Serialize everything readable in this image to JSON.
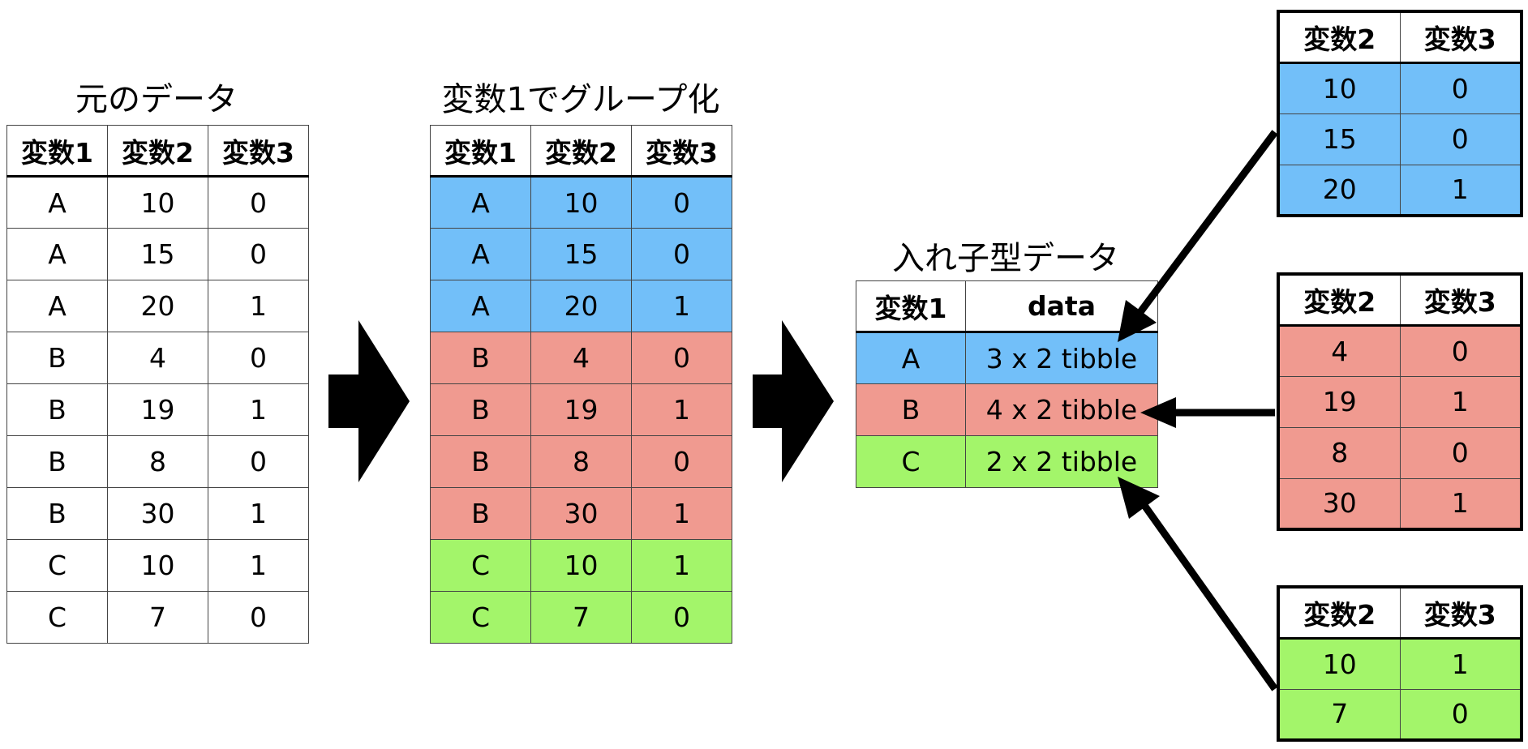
{
  "original": {
    "title": "元のデータ",
    "headers": [
      "変数1",
      "変数2",
      "変数3"
    ],
    "rows": [
      [
        "A",
        "10",
        "0"
      ],
      [
        "A",
        "15",
        "0"
      ],
      [
        "A",
        "20",
        "1"
      ],
      [
        "B",
        "4",
        "0"
      ],
      [
        "B",
        "19",
        "1"
      ],
      [
        "B",
        "8",
        "0"
      ],
      [
        "B",
        "30",
        "1"
      ],
      [
        "C",
        "10",
        "1"
      ],
      [
        "C",
        "7",
        "0"
      ]
    ]
  },
  "grouped": {
    "title": "変数1でグループ化",
    "headers": [
      "変数1",
      "変数2",
      "変数3"
    ],
    "rows": [
      [
        "A",
        "10",
        "0"
      ],
      [
        "A",
        "15",
        "0"
      ],
      [
        "A",
        "20",
        "1"
      ],
      [
        "B",
        "4",
        "0"
      ],
      [
        "B",
        "19",
        "1"
      ],
      [
        "B",
        "8",
        "0"
      ],
      [
        "B",
        "30",
        "1"
      ],
      [
        "C",
        "10",
        "1"
      ],
      [
        "C",
        "7",
        "0"
      ]
    ]
  },
  "nested": {
    "title": "入れ子型データ",
    "headers": [
      "変数1",
      "data"
    ],
    "rows": [
      [
        "A",
        "3 x 2 tibble"
      ],
      [
        "B",
        "4 x 2 tibble"
      ],
      [
        "C",
        "2 x 2 tibble"
      ]
    ]
  },
  "sub_tables": {
    "a": {
      "headers": [
        "変数2",
        "変数3"
      ],
      "rows": [
        [
          "10",
          "0"
        ],
        [
          "15",
          "0"
        ],
        [
          "20",
          "1"
        ]
      ]
    },
    "b": {
      "headers": [
        "変数2",
        "変数3"
      ],
      "rows": [
        [
          "4",
          "0"
        ],
        [
          "19",
          "1"
        ],
        [
          "8",
          "0"
        ],
        [
          "30",
          "1"
        ]
      ]
    },
    "c": {
      "headers": [
        "変数2",
        "変数3"
      ],
      "rows": [
        [
          "10",
          "1"
        ],
        [
          "7",
          "0"
        ]
      ]
    }
  },
  "colors": {
    "group_a": "#72bff9",
    "group_b": "#f09a90",
    "group_c": "#a3f56a"
  }
}
